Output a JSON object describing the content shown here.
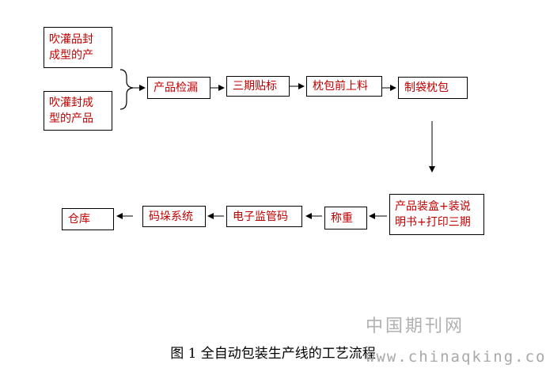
{
  "nodes": {
    "input_a": "吹灌品封\n成型的产",
    "input_b": "吹灌封成\n型的产品",
    "leak_check": "产品检漏",
    "label_3period": "三期贴标",
    "pillow_feed": "枕包前上料",
    "bag_pack": "制袋枕包",
    "boxing": "产品装盒+装说\n明书+打印三期",
    "weigh": "称重",
    "e_code": "电子监管码",
    "stacking": "码垛系统",
    "warehouse": "仓库"
  },
  "caption": "图 1 全自动包装生产线的工艺流程",
  "watermark": {
    "line1": "中国期刊网",
    "line2": "www.chinaqking.com"
  },
  "colors": {
    "node_text": "#c00000",
    "border": "#000000",
    "watermark": "#b0b0b0"
  }
}
